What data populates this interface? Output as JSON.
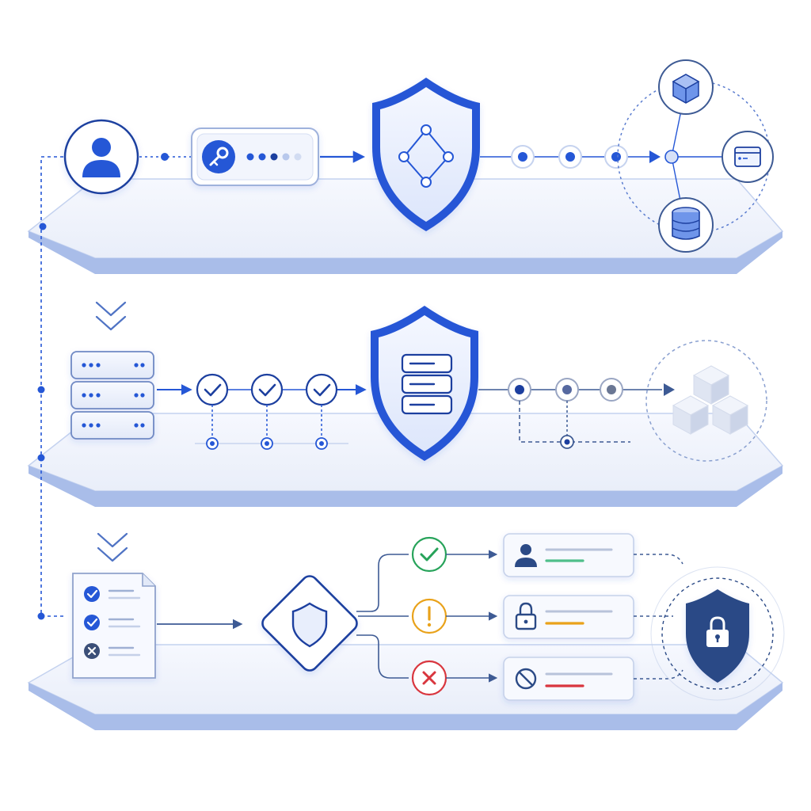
{
  "colors": {
    "primary": "#2557d6",
    "primary_dark": "#1c3f9f",
    "navy": "#2b4a86",
    "platform_top": "#eef2fb",
    "platform_edge": "#b9c9ec",
    "platform_side": "#8ea8e0",
    "success": "#27a35a",
    "warning": "#e9a21a",
    "danger": "#d9363e",
    "neutral": "#8b98b3"
  },
  "layers": [
    {
      "id": "authentication",
      "nodes": [
        {
          "id": "user",
          "icon": "user-icon"
        },
        {
          "id": "credential",
          "icon": "key-icon",
          "pin_dots": 5,
          "pin_filled": 3
        },
        {
          "id": "gateway",
          "icon": "shield-network-icon"
        },
        {
          "id": "hub",
          "icon": "hub-icon"
        },
        {
          "id": "resource-compute",
          "icon": "cube-icon"
        },
        {
          "id": "resource-app",
          "icon": "app-window-icon"
        },
        {
          "id": "resource-database",
          "icon": "database-icon"
        }
      ]
    },
    {
      "id": "verification",
      "nodes": [
        {
          "id": "servers",
          "icon": "server-stack-icon"
        },
        {
          "id": "checks",
          "icon": "check-circle-icon",
          "count": 3
        },
        {
          "id": "gateway",
          "icon": "shield-server-icon"
        },
        {
          "id": "relay",
          "icon": "node-icon",
          "count": 3
        },
        {
          "id": "blocks",
          "icon": "cube-cluster-icon"
        }
      ]
    },
    {
      "id": "policy",
      "nodes": [
        {
          "id": "checklist",
          "icon": "document-checklist-icon"
        },
        {
          "id": "decision",
          "icon": "shield-diamond-icon"
        },
        {
          "id": "outcome-allow",
          "status": "success",
          "icon": "check-icon",
          "card_icon": "user-icon"
        },
        {
          "id": "outcome-warn",
          "status": "warning",
          "icon": "exclamation-icon",
          "card_icon": "lock-icon"
        },
        {
          "id": "outcome-deny",
          "status": "danger",
          "icon": "x-icon",
          "card_icon": "block-icon"
        },
        {
          "id": "vault",
          "icon": "shield-lock-icon"
        }
      ]
    }
  ]
}
